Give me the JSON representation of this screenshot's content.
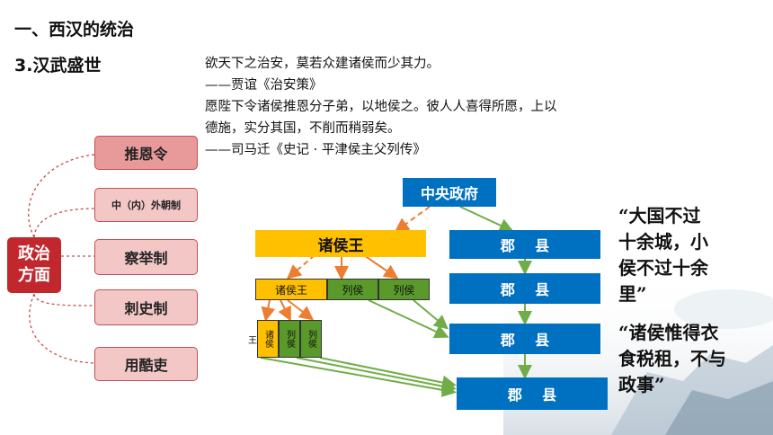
{
  "heading": {
    "section": "一、西汉的统治",
    "sub": "3.汉武盛世"
  },
  "quotes": {
    "line1": "欲天下之治安，莫若众建诸侯而少其力。",
    "line2": "——贾谊《治安策》",
    "line3": "愿陛下令诸侯推恩分子弟，以地侯之。彼人人喜得所愿，上以",
    "line4": "德施，实分其国，不削而稍弱矣。",
    "line5": "——司马迁《史记 · 平津侯主父列传》"
  },
  "politics": {
    "label_top": "政治",
    "label_bottom": "方面",
    "items": [
      "推恩令",
      "中（内）外朝制",
      "察举制",
      "刺史制",
      "用酷吏"
    ]
  },
  "flow": {
    "center": "中央政府",
    "king": "诸侯王",
    "jx": "郡    县",
    "row2": [
      "诸侯王",
      "列侯",
      "列侯"
    ],
    "row3": {
      "a_left": "王",
      "a": "诸侯",
      "b": "列侯",
      "c": "列侯"
    }
  },
  "sayings": {
    "q1": [
      "“大国不过",
      "十余城，小",
      "侯不过十余",
      "里”"
    ],
    "q2": [
      "“诸侯惟得衣",
      "食税租，不与",
      "政事”"
    ]
  },
  "colors": {
    "accent_red": "#c0282d",
    "blue": "#0070c0",
    "gold": "#ffc000",
    "green": "#5a9a2a",
    "arrow_orange": "#ed7d31",
    "arrow_green": "#70ad47"
  }
}
